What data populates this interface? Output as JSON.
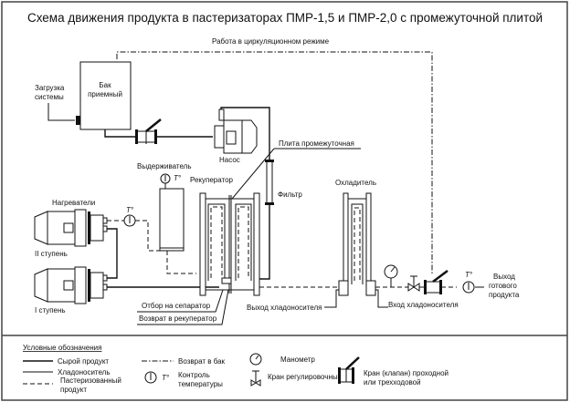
{
  "title": "Схема движения продукта в пастеризаторах ПМР-1,5 и ПМР-2,0 с промежуточной плитой",
  "labels": {
    "circulation": "Работа в циркуляционном режиме",
    "loading_line1": "Загрузка",
    "loading_line2": "системы",
    "tank_line1": "Бак",
    "tank_line2": "приемный",
    "pump": "Насос",
    "intermediate_plate": "Плита промежуточная",
    "holder": "Выдерживатель",
    "recuperator": "Рекуператор",
    "filter": "Фильтр",
    "cooler": "Охладитель",
    "heaters": "Нагреватели",
    "stage2": "II ступень",
    "stage1": "I ступень",
    "temp_mark": "T°",
    "separator_out": "Отбор на сепаратор",
    "recuperator_return": "Возврат в рекуператор",
    "coolant_out": "Выход хладоносителя",
    "coolant_in": "Вход хладоносителя",
    "product_out_line1": "Выход",
    "product_out_line2": "готового",
    "product_out_line3": "продукта"
  },
  "legend": {
    "heading": "Условные обозначения",
    "items": [
      {
        "symbol": "solid-thick-line",
        "label": "Сырой продукт"
      },
      {
        "symbol": "solid-thin-line",
        "label": "Хладоноситель"
      },
      {
        "symbol": "dashed-line",
        "label_line1": "Пастеризованный",
        "label_line2": "продукт"
      },
      {
        "symbol": "dash-dot-line",
        "label": "Возврат в бак"
      },
      {
        "symbol": "thermometer-icon",
        "mark": "T°",
        "label_line1": "Контроль",
        "label_line2": "температуры"
      },
      {
        "symbol": "manometer-icon",
        "label": "Манометр"
      },
      {
        "symbol": "control-valve-icon",
        "label": "Кран регулировочный"
      },
      {
        "symbol": "three-way-valve-icon",
        "label_line1": "Кран (клапан) проходной",
        "label_line2": "или трехходовой"
      }
    ]
  }
}
